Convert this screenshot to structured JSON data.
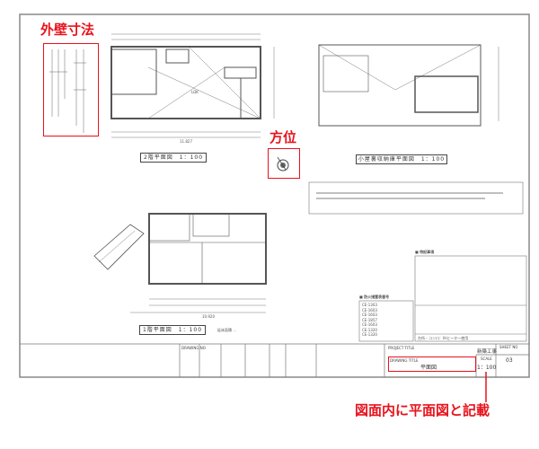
{
  "annotations": {
    "exterior_dimensions": "外壁寸法",
    "orientation": "方位",
    "drawing_title_note": "図面内に平面図と記載",
    "accent_color": "#e8121b"
  },
  "plans": {
    "second_floor": {
      "title": "2階平面図　1：100",
      "room_label": "LDK",
      "total_dim": "11.827"
    },
    "attic": {
      "title": "小屋裏収納庫平面図　1：100"
    },
    "first_floor": {
      "title": "1階平面図　1：100",
      "total_dim": "10.920",
      "note": "延床面積 ..."
    }
  },
  "notes": {
    "special_notes_title": "■ 特記事項",
    "fire_table_title": "■ 防火措置表番号",
    "fire_items": [
      "CE-1303",
      "CE-1603",
      "CE-1603",
      "CE-1857",
      "CE-1603",
      "CE-1320",
      "CE-1320"
    ],
    "stove_note": "台所・コンロ：IHヒーター使用"
  },
  "title_block": {
    "drawing_no_label": "DRAWING NO",
    "project_title_label": "PROJECT TITLE",
    "drawing_title_label": "DRAWING TITLE",
    "drawing_title": "平面図",
    "project_type": "新築工事",
    "scale_label": "SCALE",
    "scale": "1：100",
    "sheet_label": "SHEET NO",
    "sheet_no": "03"
  }
}
